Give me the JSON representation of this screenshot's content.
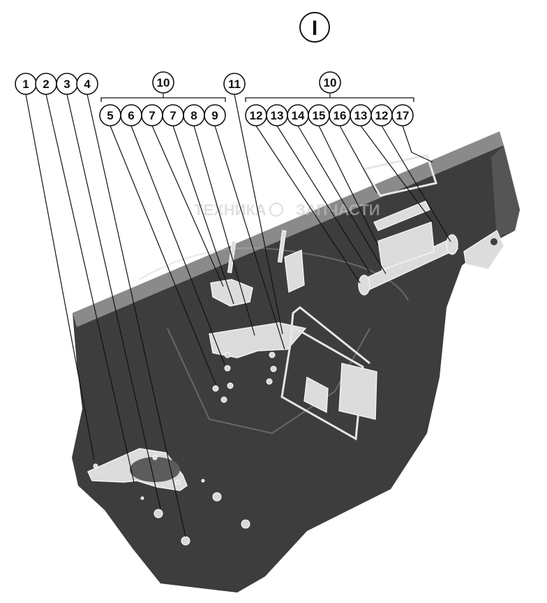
{
  "view_label": "I",
  "watermark": {
    "left": "ТЕХНИКА",
    "right": "ЗАПЧАСТИ"
  },
  "group_labels": [
    "10",
    "10"
  ],
  "callouts": [
    "1",
    "2",
    "3",
    "4",
    "5",
    "6",
    "7",
    "7",
    "8",
    "9",
    "11",
    "12",
    "13",
    "14",
    "15",
    "16",
    "13",
    "12",
    "17"
  ],
  "colors": {
    "panel": "#3d3d3d",
    "panel_edge": "#8a8a8a",
    "parts": "#dcdcdc",
    "ink": "#111111"
  }
}
